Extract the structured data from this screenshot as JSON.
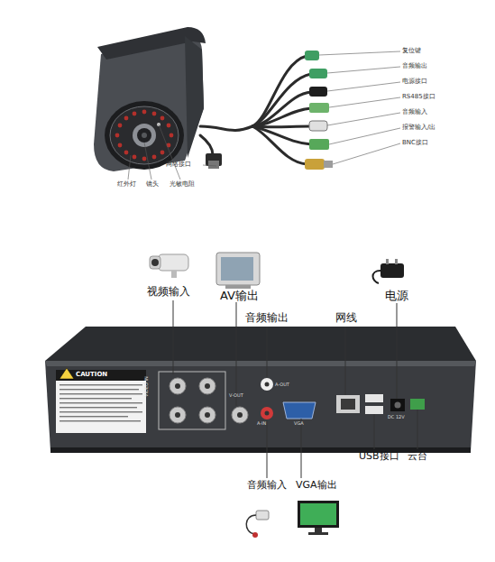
{
  "diagram": {
    "labels": [
      "复位键",
      "音频输出",
      "电源接口",
      "RS485接口",
      "音频输入",
      "报警输入/出",
      "BNC接口",
      "红外灯",
      "镜头",
      "光敏电阻",
      "网络接口",
      "视频输入",
      "AV输出",
      "音频输出",
      "网线",
      "电源",
      "USB接口",
      "云台",
      "音频输入",
      "VGA输出",
      "CAUTION",
      "VIDEO IN",
      "V-OUT",
      "A-OUT",
      "A-IN",
      "VGA",
      "DC 12V"
    ]
  }
}
